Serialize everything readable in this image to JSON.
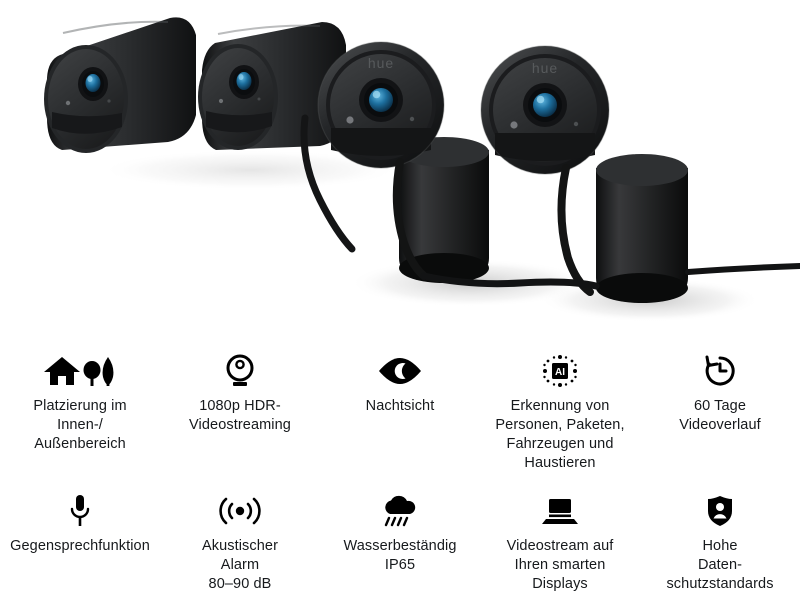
{
  "product_image": {
    "brand_mark": "hue",
    "description": "Philips Hue Secure camera bundle - four black cameras, two cylindrical angled views and two front-facing on stands, with black power cables on a white background",
    "camera_count": 4,
    "body_color": "#1c1c1c",
    "lens_color": "#1d6f9e",
    "background_color": "#ffffff"
  },
  "features": {
    "row_1": [
      {
        "icon": "house-trees-icon",
        "label": "Platzierung im\nInnen-/\nAußenbereich"
      },
      {
        "icon": "webcam-icon",
        "label": "1080p HDR-\nVideostreaming"
      },
      {
        "icon": "eye-moon-icon",
        "label": "Nachtsicht"
      },
      {
        "icon": "ai-detection-icon",
        "label": "Erkennung von\nPersonen, Paketen,\nFahrzeugen und\nHaustieren",
        "icon_text": "AI"
      },
      {
        "icon": "clock-rewind-icon",
        "label": "60 Tage\nVideoverlauf"
      }
    ],
    "row_2": [
      {
        "icon": "microphone-icon",
        "label": "Gegensprechfunktion"
      },
      {
        "icon": "sound-alarm-icon",
        "label": "Akustischer\nAlarm\n80–90 dB"
      },
      {
        "icon": "rain-cloud-icon",
        "label": "Wasserbeständig\nIP65"
      },
      {
        "icon": "laptop-icon",
        "label": "Videostream auf\nIhren smarten\nDisplays"
      },
      {
        "icon": "shield-person-icon",
        "label": "Hohe\nDaten-\nschutzstandards"
      }
    ]
  },
  "colors": {
    "text": "#16191c",
    "icon": "#000000",
    "background": "#ffffff"
  }
}
